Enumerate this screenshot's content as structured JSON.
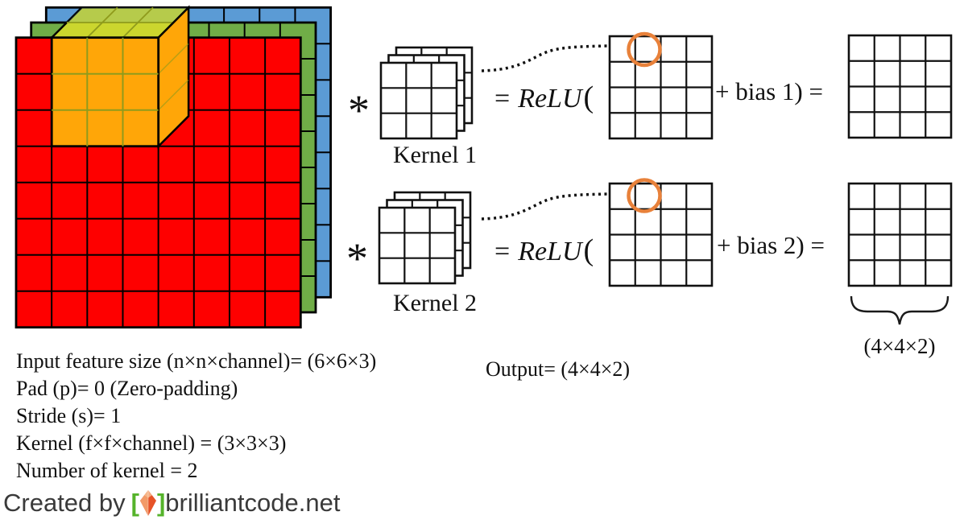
{
  "colors": {
    "input_red": "#FE0000",
    "input_green": "#70AD47",
    "input_blue": "#5B9BD5",
    "window_orange": "#FFA608",
    "window_top_face": "#CBD62E",
    "window_grid_line": "#8F9B1C",
    "highlight_circle_orange": "#E8813A",
    "diagram_line": "#111111",
    "footer_text": "#3A3A3A",
    "footer_bracket_green": "#55B32B",
    "logo_diamond_light": "#F29A68",
    "logo_diamond_dark": "#E65327"
  },
  "rows": [
    {
      "operator": "*",
      "kernel_label": "Kernel 1",
      "eq": "=",
      "relu": "ReLU",
      "open_paren": "(",
      "bias_text": "+ bias 1) ="
    },
    {
      "operator": "*",
      "kernel_label": "Kernel 2",
      "eq": "=",
      "relu": "ReLU",
      "open_paren": "(",
      "bias_text": "+ bias 2) ="
    }
  ],
  "brace_label": "(4×4×2)",
  "params": {
    "lines": [
      "Input feature size (n×n×channel)= (6×6×3)",
      "Pad (p)= 0 (Zero-padding)",
      "Stride (s)= 1",
      "Kernel (f×f×channel) = (3×3×3)",
      "Number of kernel = 2"
    ]
  },
  "output_label": "Output= (4×4×2)",
  "footer": {
    "prefix": "Created by",
    "bracket_open": "[",
    "bracket_close": "]",
    "site": "brilliantcode.net"
  },
  "figure_dims": {
    "input_layers": 3,
    "input_grid_drawn": "8×8",
    "highlight_window": "3×3",
    "kernel_stacks": 2,
    "kernel_grid": "3×3",
    "kernel_depth_layers": 3,
    "feature_map_grid": "4×4",
    "output_grid": "4×4"
  }
}
